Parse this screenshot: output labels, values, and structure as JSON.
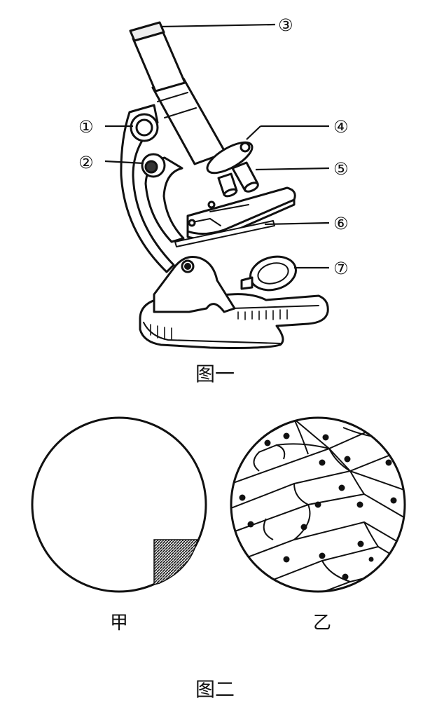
{
  "figure1": {
    "caption": "图一",
    "labels": [
      "①",
      "②",
      "③",
      "④",
      "⑤",
      "⑥",
      "⑦"
    ]
  },
  "figure2": {
    "caption": "图二",
    "view_jia_label": "甲",
    "view_yi_label": "乙"
  }
}
